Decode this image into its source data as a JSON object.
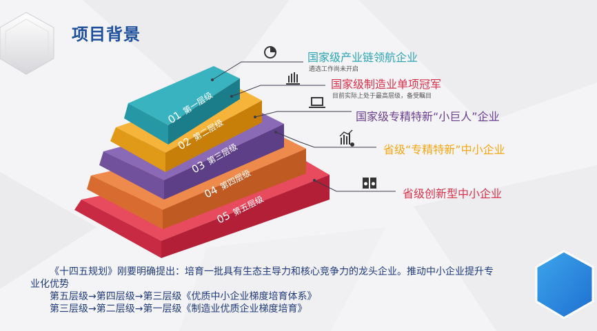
{
  "title": "项目背景",
  "levels": [
    {
      "num": "01",
      "name": "第一层级",
      "color": "#2aa4b3"
    },
    {
      "num": "02",
      "name": "第二层级",
      "color": "#f2a614"
    },
    {
      "num": "03",
      "name": "第三层级",
      "color": "#7b5aa6"
    },
    {
      "num": "04",
      "name": "第四层级",
      "color": "#e07a3c"
    },
    {
      "num": "05",
      "name": "第五层级",
      "color": "#d9304a"
    }
  ],
  "callouts": [
    {
      "label": "国家级产业链领航企业",
      "sub": "遴选工作尚未开启",
      "color": "#2aa4b3",
      "icon": "pie-chart-icon"
    },
    {
      "label": "国家级制造业单项冠军",
      "sub": "目前实际上处于最高层级，备受瞩目",
      "color": "#d9304a",
      "icon": "bar-chart-icon"
    },
    {
      "label": "国家级专精特新“小巨人”企业",
      "sub": "",
      "color": "#6a3d8f",
      "icon": "laptop-icon"
    },
    {
      "label": "省级“专精特新”中小企业",
      "sub": "",
      "color": "#f2a614",
      "icon": "growth-chart-icon"
    },
    {
      "label": "省级创新型中小企业",
      "sub": "",
      "color": "#d9304a",
      "icon": "speakers-icon"
    }
  ],
  "body": {
    "line1": "《十四五规划》刚要明确提出：培育一批具有生态主导力和核心竞争力的龙头企业。推动中小企业提升专业化优势",
    "line2": "第五层级→第四层级→第三层级《优质中小企业梯度培育体系》",
    "line3": "第三层级→第二层级→第一层级《制造业优质企业梯度培育》"
  }
}
